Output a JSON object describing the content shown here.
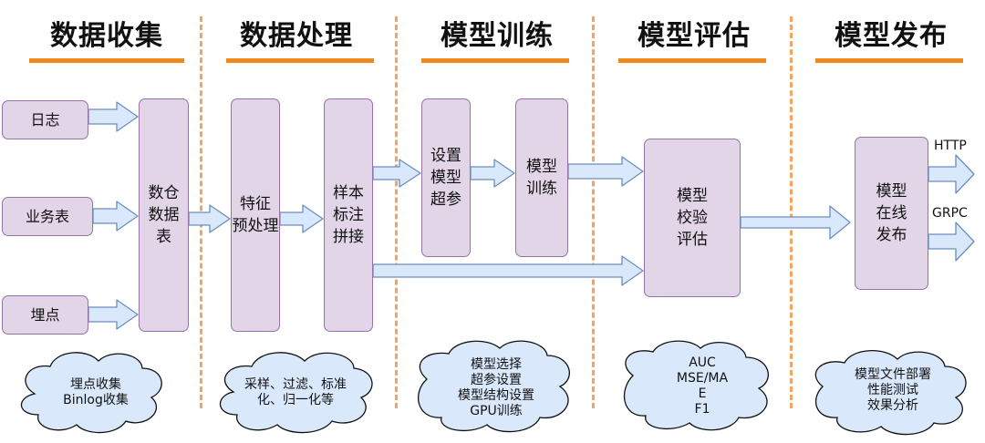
{
  "stages": [
    {
      "title": "数据收集"
    },
    {
      "title": "数据处理"
    },
    {
      "title": "模型训练"
    },
    {
      "title": "模型评估"
    },
    {
      "title": "模型发布"
    }
  ],
  "sources": {
    "log": "日志",
    "business_table": "业务表",
    "tracking": "埋点"
  },
  "nodes": {
    "data_warehouse": "数仓\n数据\n表",
    "feature_preprocess": "特征\n预处理",
    "sample_label_join": "样本\n标注\n拼接",
    "hyperparam_setup": "设置\n模型\n超参",
    "model_training": "模型\n训练",
    "model_evaluation": "模型\n校验\n评估",
    "model_online_publish": "模型\n在线\n发布"
  },
  "outputs": {
    "http": "HTTP",
    "grpc": "GRPC"
  },
  "clouds": [
    {
      "text": "埋点收集\nBinlog收集"
    },
    {
      "text": "采样、过滤、标准\n化、归一化等"
    },
    {
      "text": "模型选择\n超参设置\n模型结构设置\nGPU训练"
    },
    {
      "text": "AUC\nMSE/MA\nE\nF1"
    },
    {
      "text": "模型文件部署\n性能测试\n效果分析"
    }
  ],
  "colors": {
    "accent": "#f08a1e",
    "divider": "#f4a460",
    "box_fill": "#e1d5e7",
    "box_border": "#9673a6",
    "arrow_fill": "#dae8fc",
    "arrow_stroke": "#6c8ebf",
    "cloud_fill": "#dae8fc",
    "cloud_stroke": "#111111"
  }
}
